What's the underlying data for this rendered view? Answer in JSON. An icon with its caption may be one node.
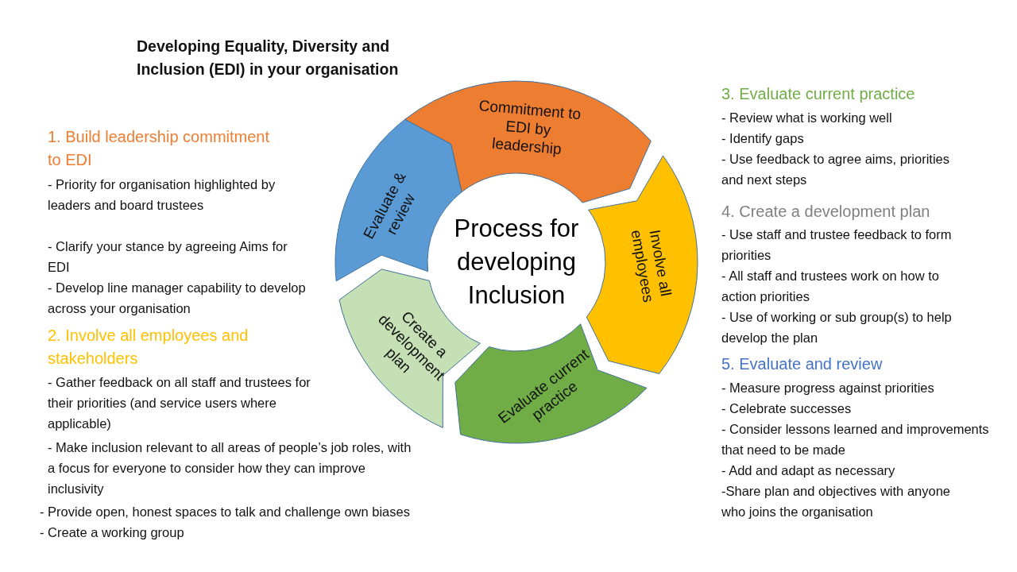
{
  "diagram": {
    "title": "Developing Equality, Diversity and Inclusion (EDI) in your organisation",
    "nodes": [
      {
        "text": [
          "Commitment to EDI by leadership"
        ]
      },
      {
        "text": [
          "Involve all employees"
        ]
      },
      {
        "text": [
          "Evaluate current practice"
        ]
      },
      {
        "text": [
          "Create a development plan"
        ]
      },
      {
        "text": [
          "Evaluate & review"
        ]
      },
      {
        "text": [
          "Process for developing Inclusion"
        ]
      }
    ],
    "labels": [
      "1. Build leadership commitment to EDI",
      "- Priority for organisation highlighted by leaders and board trustees",
      "- Clarify your stance by agreeing Aims for EDI",
      "- Develop line manager capability to develop across your organisation",
      "2. Involve all employees and stakeholders",
      "- Gather feedback on all staff and trustees for their priorities (and service users where applicable)",
      "- Make inclusion relevant to all areas of people’s job roles, with a focus for everyone to consider how they can improve inclusivity",
      "- Provide open, honest spaces to talk and challenge own biases",
      "- Create a working group",
      "3. Evaluate current practice",
      "- Review what is working well",
      "- Identify gaps",
      "- Use feedback to agree aims, priorities and next steps",
      "4. Create a development plan",
      "- Use staff and trustee feedback to form priorities",
      "- All staff and trustees work on how to action priorities",
      "- Use of working or sub group(s) to help develop the plan",
      "5. Evaluate and review",
      "- Measure progress against priorities",
      "- Celebrate successes",
      "- Consider lessons learned and improvements that need to be made",
      "- Add and adapt as necessary",
      "-Share plan and objectives with anyone who joins the organisation"
    ]
  }
}
